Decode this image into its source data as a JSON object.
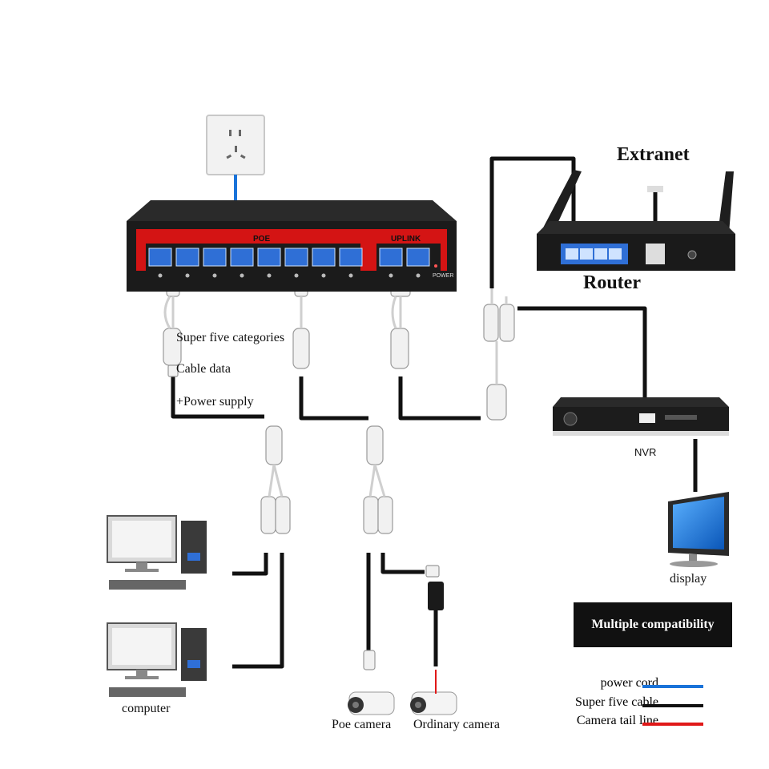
{
  "switch": {
    "poe_label": "POE",
    "uplink_label": "UPLINK",
    "power_label": "POWER"
  },
  "labels": {
    "extranet": "Extranet",
    "router": "Router",
    "nvr": "NVR",
    "display": "display",
    "cable_line1": "Super five categories",
    "cable_line2": "Cable data",
    "cable_line3": "+Power supply",
    "computer": "computer",
    "poe_camera": "Poe camera",
    "ordinary_camera": "Ordinary camera",
    "compatibility": "Multiple compatibility"
  },
  "legend": [
    {
      "label": "power cord",
      "color": "#1a73d9"
    },
    {
      "label": "Super five cable",
      "color": "#111111"
    },
    {
      "label": "Camera tail line",
      "color": "#e01818"
    }
  ],
  "colors": {
    "switch_body": "#1b1b1b",
    "switch_panel": "#d41414",
    "port": "#2f6fd6",
    "cable": "#111111"
  }
}
